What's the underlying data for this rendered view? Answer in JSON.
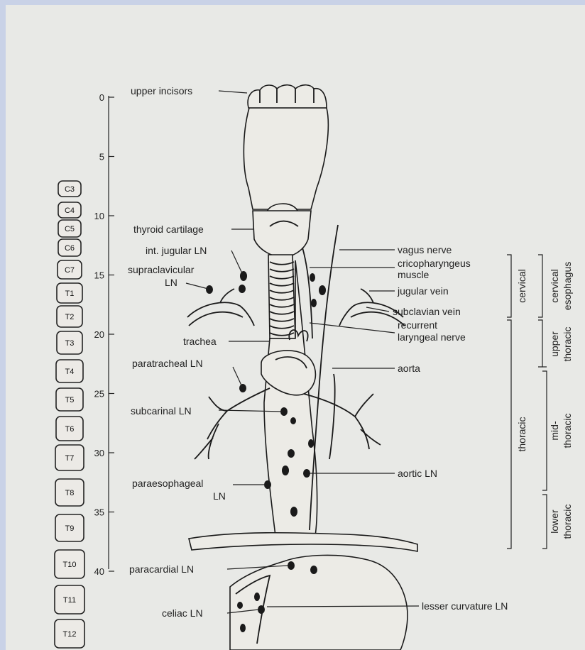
{
  "vertebrae": [
    "C3",
    "C4",
    "C5",
    "C6",
    "C7",
    "T1",
    "T2",
    "T3",
    "T4",
    "T5",
    "T6",
    "T7",
    "T8",
    "T9",
    "T10",
    "T11",
    "T12"
  ],
  "scale_ticks": [
    "0",
    "5",
    "10",
    "15",
    "20",
    "25",
    "30",
    "35",
    "40"
  ],
  "labels": {
    "upper_incisors": "upper incisors",
    "thyroid_cartilage": "thyroid cartilage",
    "int_jugular_ln": "int. jugular LN",
    "supraclavicular_1": "supraclavicular",
    "supraclavicular_2": "LN",
    "trachea": "trachea",
    "paratracheal_ln": "paratracheal LN",
    "subcarinal_ln": "subcarinal LN",
    "paraesophageal_1": "paraesophageal",
    "paraesophageal_2": "LN",
    "paracardial_ln": "paracardial LN",
    "celiac_ln": "celiac LN",
    "vagus_nerve": "vagus nerve",
    "cricopharyngeus_1": "cricopharyngeus",
    "cricopharyngeus_2": "muscle",
    "jugular_vein": "jugular vein",
    "subclavian_vein": "subclavian vein",
    "recurrent_1": "recurrent",
    "recurrent_2": "laryngeal nerve",
    "aorta": "aorta",
    "aortic_ln": "aortic LN",
    "lesser_curvature_ln": "lesser curvature LN"
  },
  "regions": {
    "cervical": "cervical",
    "thoracic": "thoracic",
    "cervical_esophagus_1": "cervical",
    "cervical_esophagus_2": "esophagus",
    "upper_thoracic_1": "upper",
    "upper_thoracic_2": "thoracic",
    "mid_thoracic_1": "mid-",
    "mid_thoracic_2": "thoracic",
    "lower_thoracic_1": "lower",
    "lower_thoracic_2": "thoracic"
  }
}
